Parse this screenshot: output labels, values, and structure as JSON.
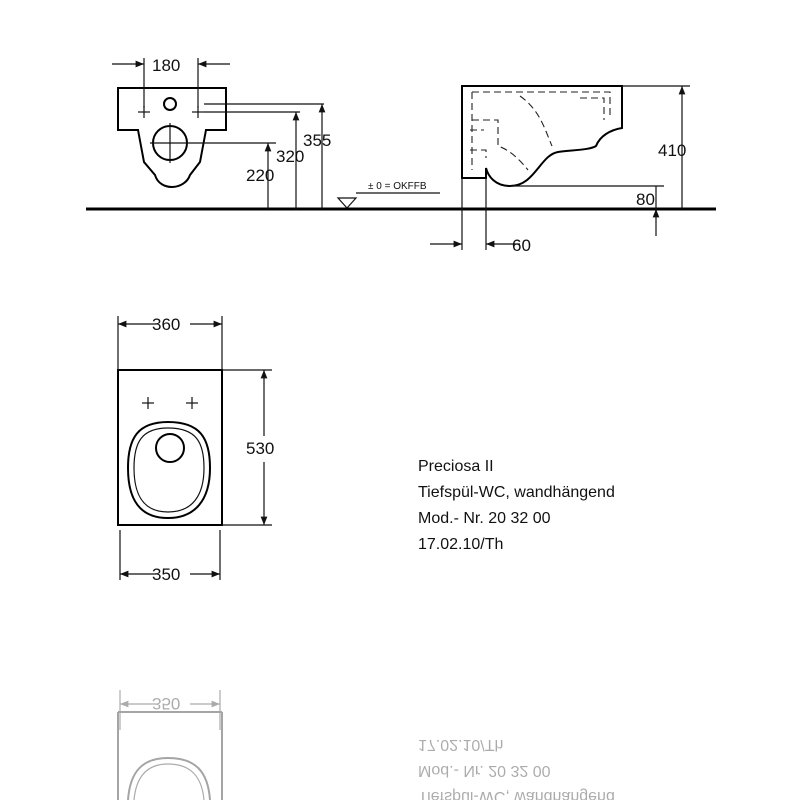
{
  "dimensions": {
    "front_width": "180",
    "height_355": "355",
    "height_320": "320",
    "height_220": "220",
    "reference_level": "± 0 = OKFFB",
    "side_height": "410",
    "side_80": "80",
    "side_60": "60",
    "top_width": "360",
    "top_depth": "530",
    "top_base_width": "350"
  },
  "info": {
    "line1": "Preciosa II",
    "line2": "Tiefspül-WC, wandhängend",
    "line3": "Mod.- Nr. 20 32 00",
    "line4": "17.02.10/Th"
  },
  "reflection": {
    "width": "350",
    "line1": "17.02.10/Th",
    "line2": "Mod.- Nr. 20 32 00",
    "line3": "Tiefspül-WC, wandhängend"
  }
}
